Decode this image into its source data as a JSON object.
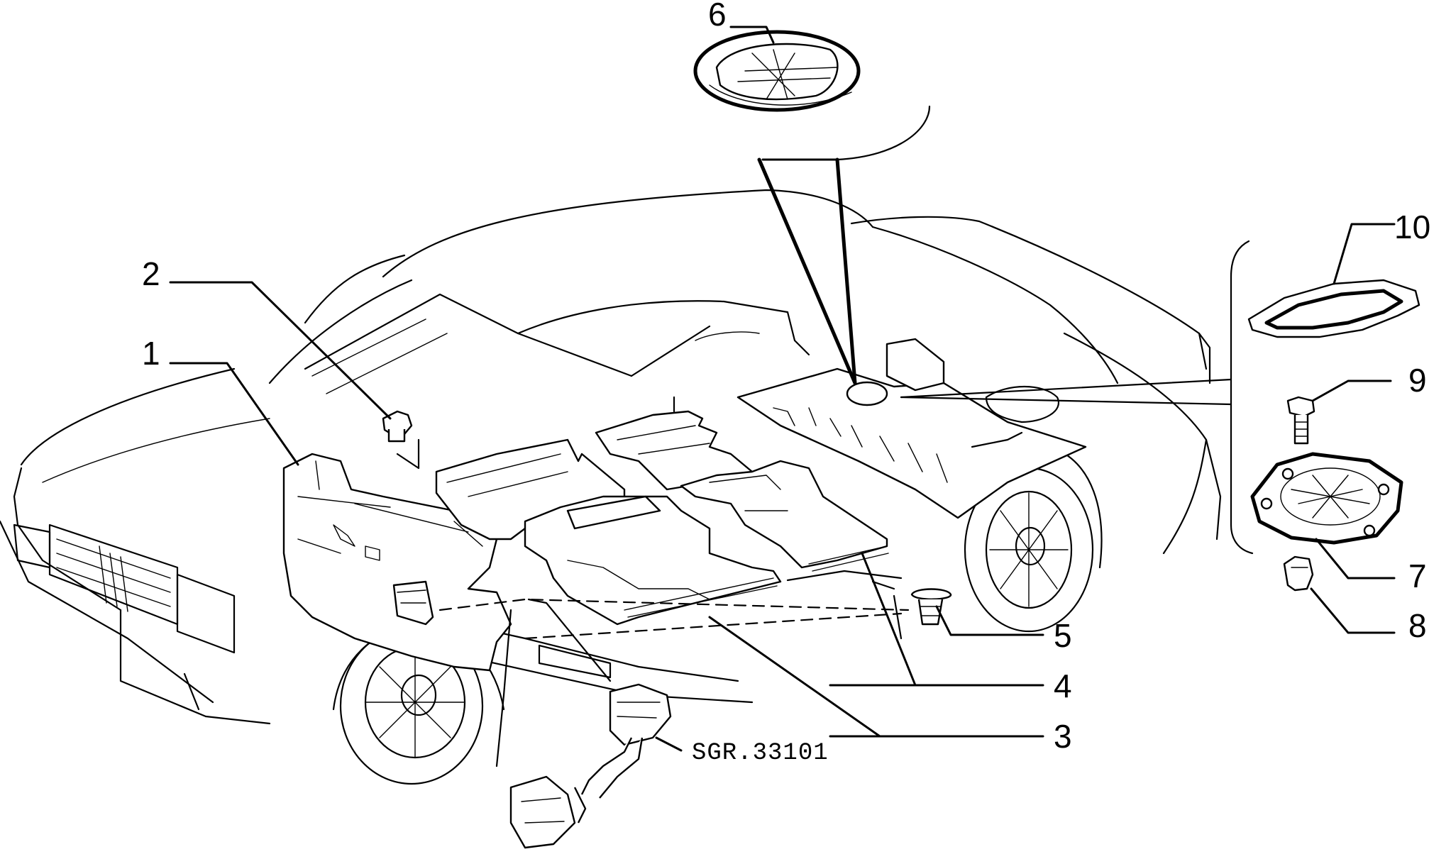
{
  "callouts": {
    "c1": "1",
    "c2": "2",
    "c3": "3",
    "c4": "4",
    "c5": "5",
    "c6": "6",
    "c7": "7",
    "c8": "8",
    "c9": "9",
    "c10": "10"
  },
  "reference_code": "SGR.33101"
}
